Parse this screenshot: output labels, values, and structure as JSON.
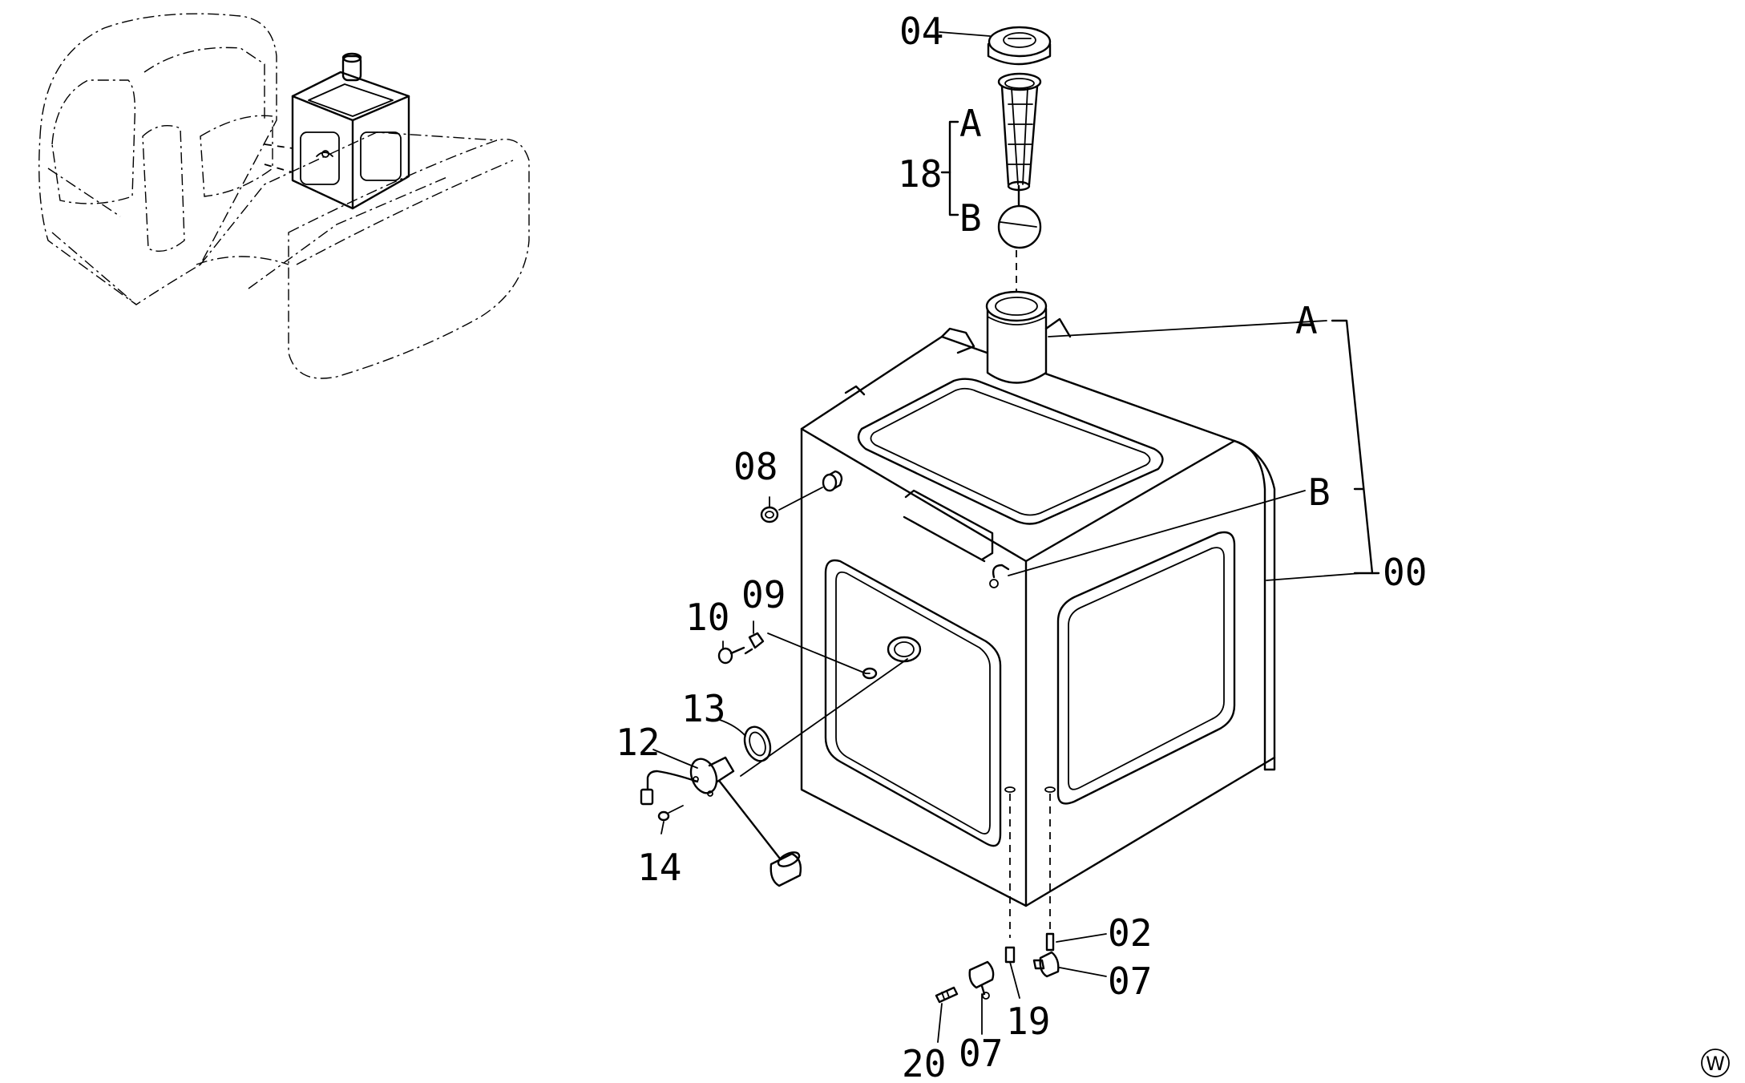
{
  "diagram": {
    "callouts": {
      "c04": "04",
      "c18": "18",
      "a_top": "A",
      "b_top": "B",
      "a_right": "A",
      "b_right": "B",
      "c00": "00",
      "c08": "08",
      "c09": "09",
      "c10": "10",
      "c13": "13",
      "c12": "12",
      "c14": "14",
      "c02": "02",
      "c07_right": "07",
      "c19": "19",
      "c07_bottom": "07",
      "c20": "20"
    },
    "corner_mark": "W"
  }
}
